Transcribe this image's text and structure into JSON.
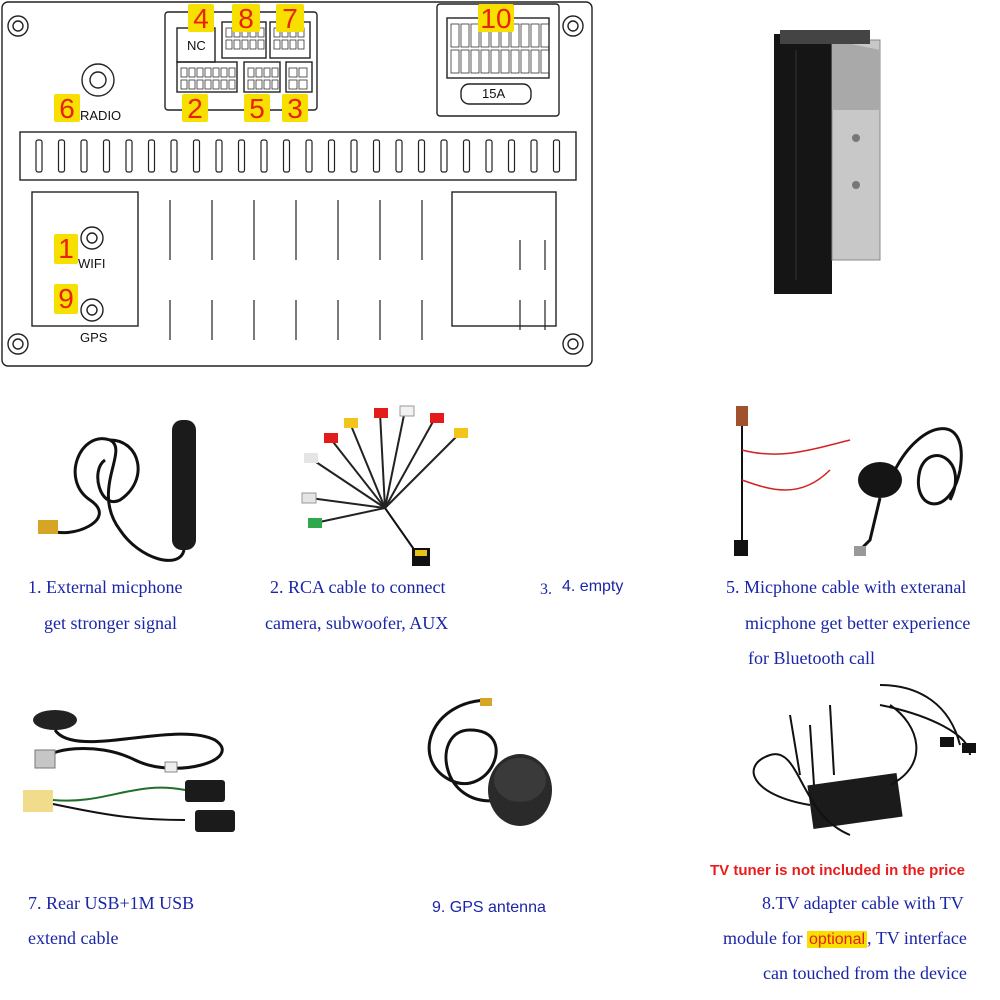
{
  "panel": {
    "labels": {
      "nc": "NC",
      "radio": "RADIO",
      "wifi": "WIFI",
      "gps": "GPS",
      "fuse": "15A"
    },
    "badges": {
      "b1": "1",
      "b2": "2",
      "b3": "3",
      "b4": "4",
      "b5": "5",
      "b6": "6",
      "b7": "7",
      "b8": "8",
      "b9": "9",
      "b10": "10"
    }
  },
  "captions": {
    "c1": {
      "line1": "1. External micphone",
      "line2": "get stronger signal"
    },
    "c2": {
      "line1": "2. RCA cable to connect",
      "line2": "camera, subwoofer, AUX"
    },
    "c3": {
      "prefix": "3.",
      "text": "4.  empty"
    },
    "c5": {
      "line1": "5. Micphone cable with exteranal",
      "line2": "micphone get better experience",
      "line3": "for Bluetooth call"
    },
    "c7": {
      "line1": "7.  Rear USB+1M USB",
      "line2": "extend cable"
    },
    "c9": {
      "text": "9. GPS antenna"
    },
    "c8": {
      "line1": "8.TV adapter cable with TV",
      "line2_a": "module for ",
      "highlight": "optional",
      "line2_b": ", TV interface",
      "line3": "can touched from the device"
    }
  },
  "notes": {
    "tv_tuner": "TV tuner is not included in the price"
  },
  "colors": {
    "badge_bg": "#f7e000",
    "badge_text": "#e8220f",
    "caption": "#1a25a8",
    "note": "#e81d1d"
  }
}
